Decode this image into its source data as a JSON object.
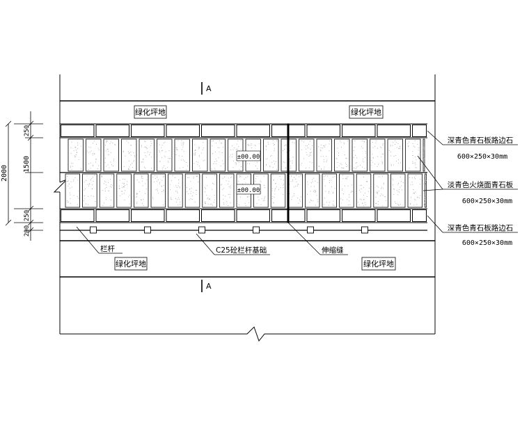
{
  "section_marks": {
    "top": "A",
    "bottom": "A"
  },
  "green_areas": {
    "top_left": "绿化坪地",
    "top_right": "绿化坪地",
    "bottom_left": "绿化坪地",
    "bottom_right": "绿化坪地"
  },
  "elevations": {
    "upper": "±00.00",
    "lower": "±00.00"
  },
  "dimensions": {
    "total": "2000",
    "curb_top": "250",
    "paving": "1500",
    "curb_bottom": "250",
    "foundation": "200"
  },
  "callouts": {
    "curb_top_name": "深青色青石板路边石",
    "curb_top_size": "600×250×30mm",
    "paving_name": "淡青色火烧面青石板",
    "paving_size": "600×250×30mm",
    "curb_bottom_name": "深青色青石板路边石",
    "curb_bottom_size": "600×250×30mm"
  },
  "labels": {
    "railing": "栏杆",
    "railing_foundation": "C25砼栏杆基础",
    "expansion_joint": "伸缩缝"
  },
  "colors": {
    "line": "#000000",
    "stipple": "#9a9a9a"
  }
}
